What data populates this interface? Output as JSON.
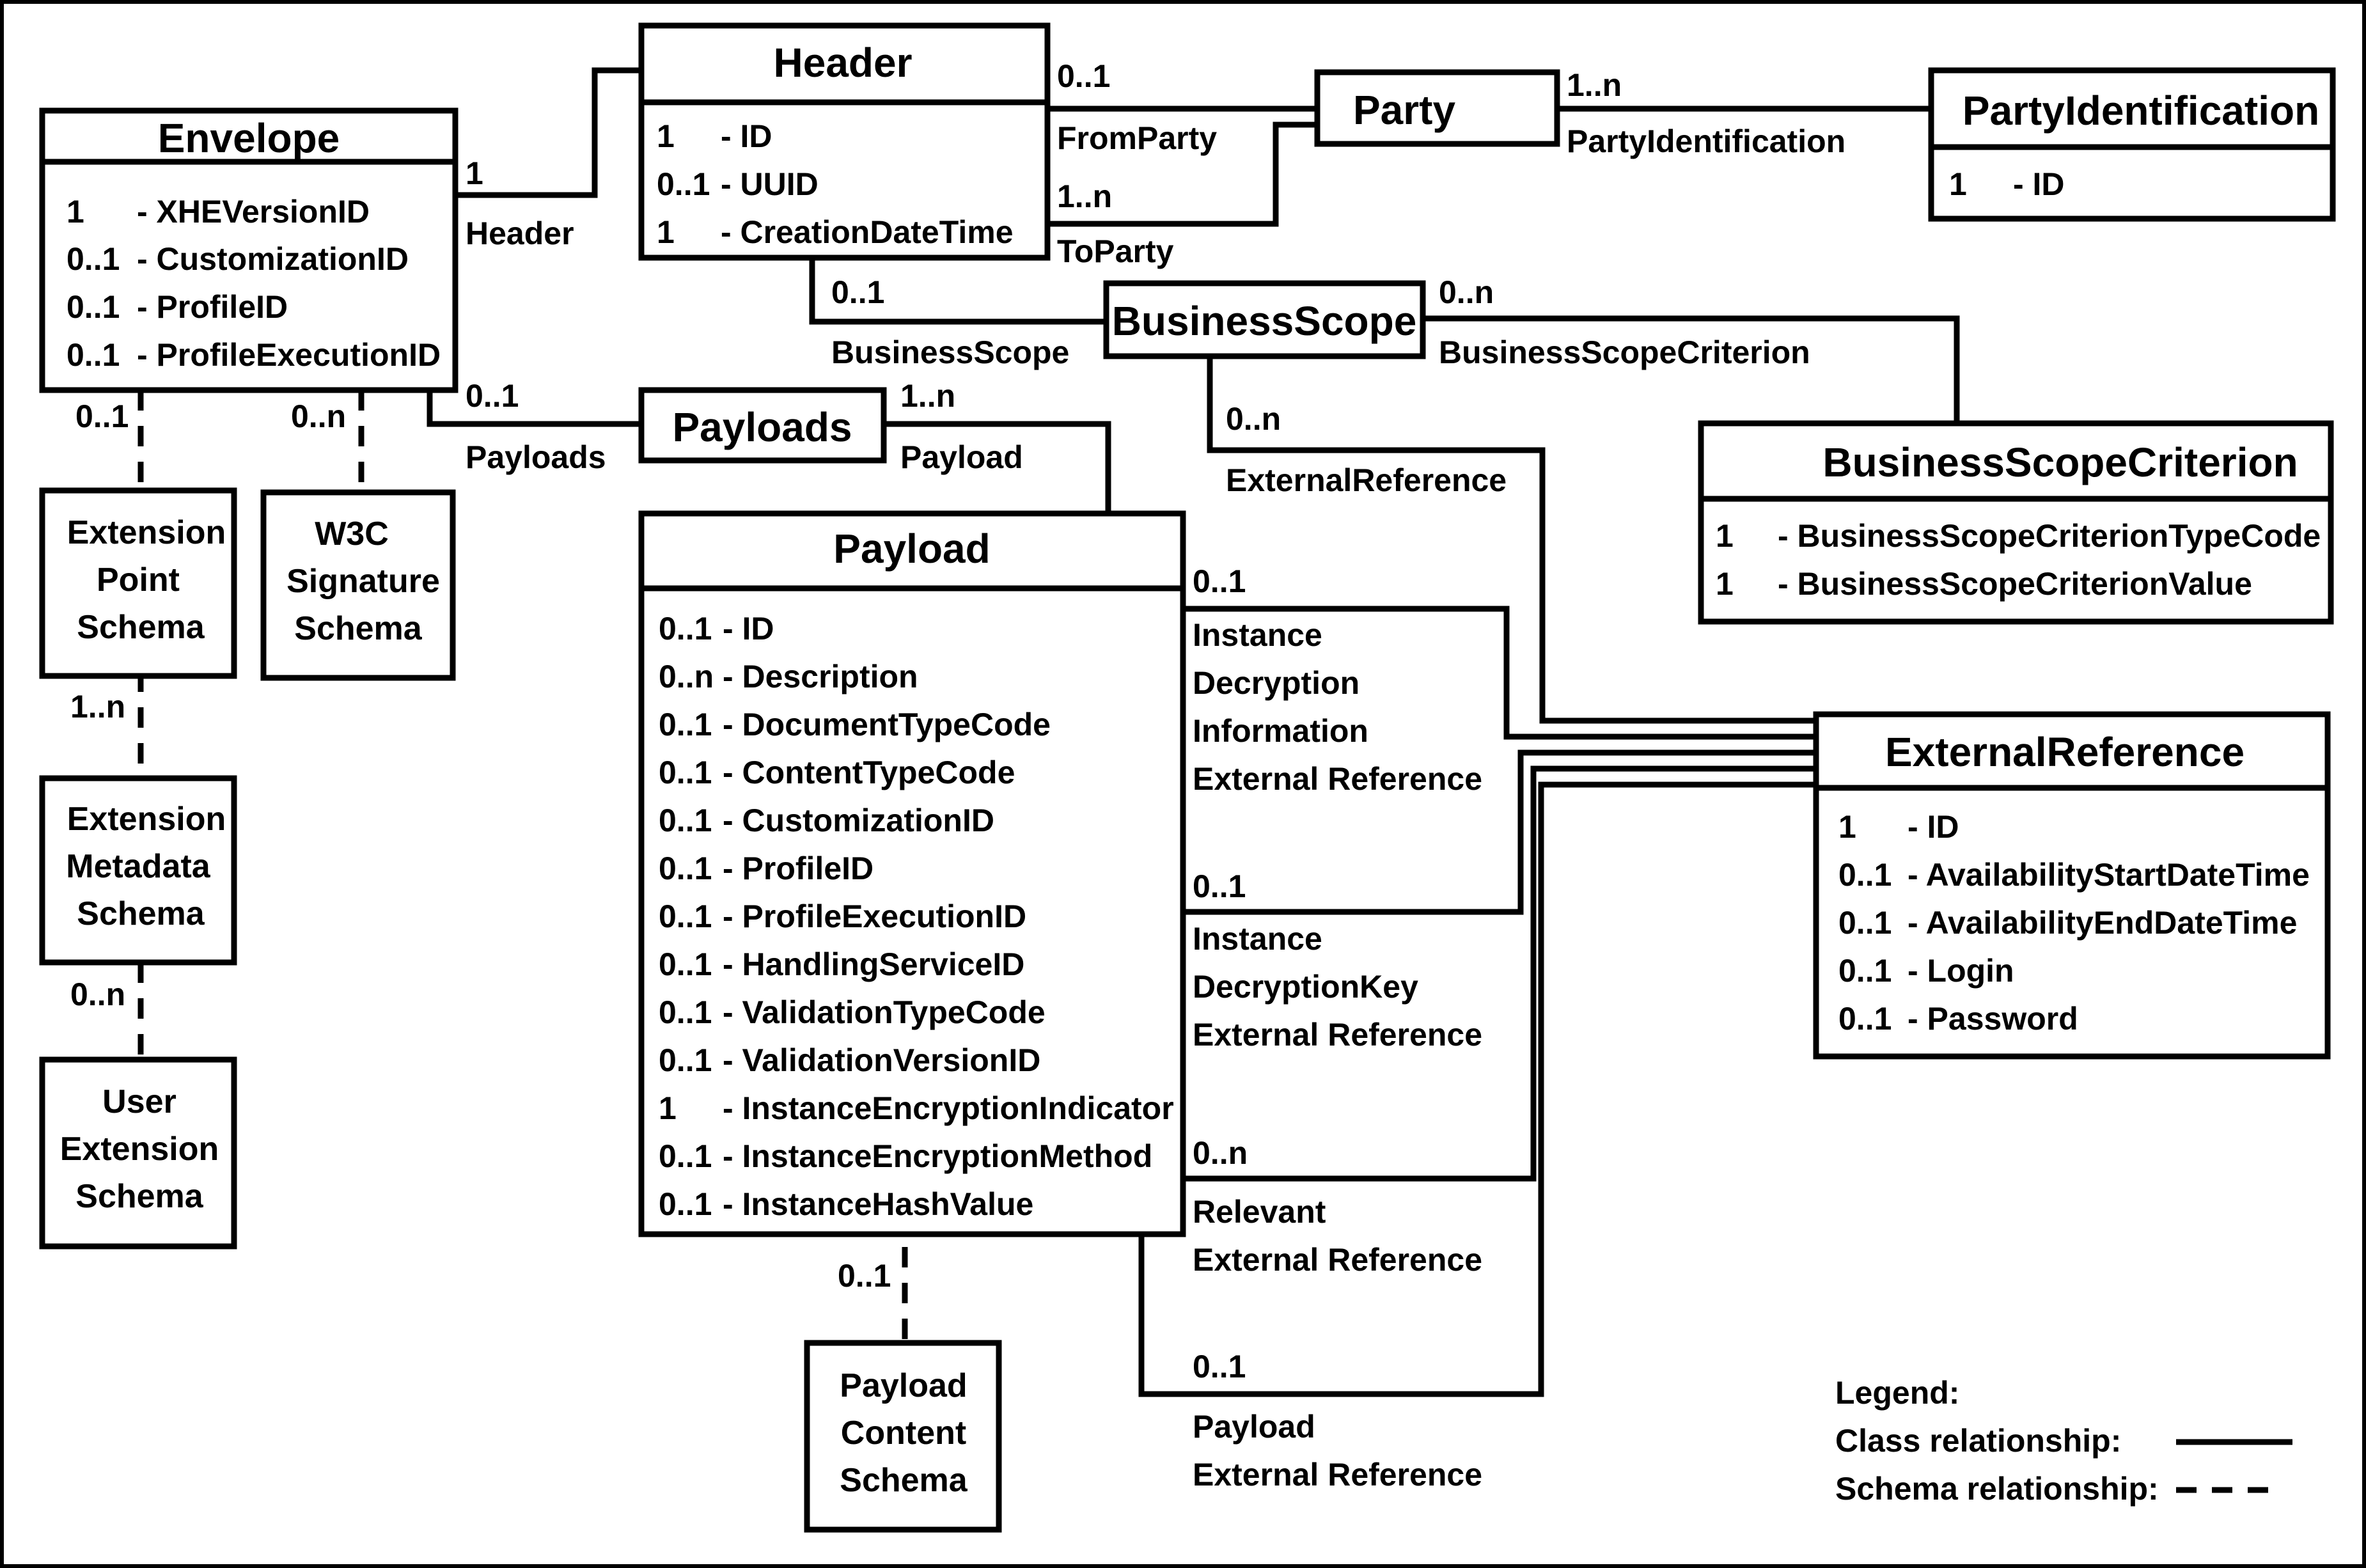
{
  "classes": {
    "envelope": {
      "title": "Envelope",
      "attrs": [
        {
          "mult": "1",
          "name": "- XHEVersionID"
        },
        {
          "mult": "0..1",
          "name": "- CustomizationID"
        },
        {
          "mult": "0..1",
          "name": "- ProfileID"
        },
        {
          "mult": "0..1",
          "name": "- ProfileExecutionID"
        }
      ]
    },
    "header": {
      "title": "Header",
      "attrs": [
        {
          "mult": "1",
          "name": "- ID"
        },
        {
          "mult": "0..1",
          "name": "- UUID"
        },
        {
          "mult": "1",
          "name": "- CreationDateTime"
        }
      ]
    },
    "party": {
      "title": "Party"
    },
    "party_identification": {
      "title": "PartyIdentification",
      "attrs": [
        {
          "mult": "1",
          "name": "- ID"
        }
      ]
    },
    "business_scope": {
      "title": "BusinessScope"
    },
    "business_scope_criterion": {
      "title": "BusinessScopeCriterion",
      "attrs": [
        {
          "mult": "1",
          "name": "- BusinessScopeCriterionTypeCode"
        },
        {
          "mult": "1",
          "name": "- BusinessScopeCriterionValue"
        }
      ]
    },
    "payloads": {
      "title": "Payloads"
    },
    "payload": {
      "title": "Payload",
      "attrs": [
        {
          "mult": "0..1",
          "name": "- ID"
        },
        {
          "mult": "0..n",
          "name": "- Description"
        },
        {
          "mult": "0..1",
          "name": "- DocumentTypeCode"
        },
        {
          "mult": "0..1",
          "name": "- ContentTypeCode"
        },
        {
          "mult": "0..1",
          "name": "- CustomizationID"
        },
        {
          "mult": "0..1",
          "name": "- ProfileID"
        },
        {
          "mult": "0..1",
          "name": "- ProfileExecutionID"
        },
        {
          "mult": "0..1",
          "name": "- HandlingServiceID"
        },
        {
          "mult": "0..1",
          "name": "- ValidationTypeCode"
        },
        {
          "mult": "0..1",
          "name": "- ValidationVersionID"
        },
        {
          "mult": "1",
          "name": "- InstanceEncryptionIndicator"
        },
        {
          "mult": "0..1",
          "name": "- InstanceEncryptionMethod"
        },
        {
          "mult": "0..1",
          "name": "- InstanceHashValue"
        }
      ]
    },
    "external_reference": {
      "title": "ExternalReference",
      "attrs": [
        {
          "mult": "1",
          "name": "- ID"
        },
        {
          "mult": "0..1",
          "name": "- AvailabilityStartDateTime"
        },
        {
          "mult": "0..1",
          "name": "- AvailabilityEndDateTime"
        },
        {
          "mult": "0..1",
          "name": "- Login"
        },
        {
          "mult": "0..1",
          "name": "- Password"
        }
      ]
    }
  },
  "schemas": {
    "extension_point": [
      "Extension",
      "Point",
      "Schema"
    ],
    "w3c_signature": [
      "W3C",
      "Signature",
      "Schema"
    ],
    "extension_metadata": [
      "Extension",
      "Metadata",
      "Schema"
    ],
    "user_extension": [
      "User",
      "Extension",
      "Schema"
    ],
    "payload_content": [
      "Payload",
      "Content",
      "Schema"
    ]
  },
  "relations": {
    "header_mult": "1",
    "header_role": "Header",
    "from_party_mult": "0..1",
    "from_party_role": "FromParty",
    "to_party_mult": "1..n",
    "to_party_role": "ToParty",
    "party_identification_mult": "1..n",
    "party_identification_role": "PartyIdentification",
    "business_scope_mult": "0..1",
    "business_scope_role": "BusinessScope",
    "business_scope_criterion_mult": "0..n",
    "business_scope_criterion_role": "BusinessScopeCriterion",
    "bs_external_reference_mult": "0..n",
    "bs_external_reference_role": "ExternalReference",
    "payloads_mult": "0..1",
    "payloads_role": "Payloads",
    "payload_mult": "1..n",
    "payload_role": "Payload",
    "instance_decryption_info_mult": "0..1",
    "instance_decryption_info_role": [
      "Instance",
      "Decryption",
      "Information",
      "External Reference"
    ],
    "instance_decryption_key_mult": "0..1",
    "instance_decryption_key_role": [
      "Instance",
      "DecryptionKey",
      "External Reference"
    ],
    "relevant_external_reference_mult": "0..n",
    "relevant_external_reference_role": [
      "Relevant",
      "External Reference"
    ],
    "payload_external_reference_mult": "0..1",
    "payload_external_reference_role": [
      "Payload",
      "External Reference"
    ],
    "extension_point_mult": "0..1",
    "w3c_signature_mult": "0..n",
    "extension_metadata_mult": "1..n",
    "user_extension_mult": "0..n",
    "payload_content_mult": "0..1"
  },
  "legend": {
    "title": "Legend:",
    "class_relationship": "Class relationship:",
    "schema_relationship": "Schema relationship:"
  }
}
